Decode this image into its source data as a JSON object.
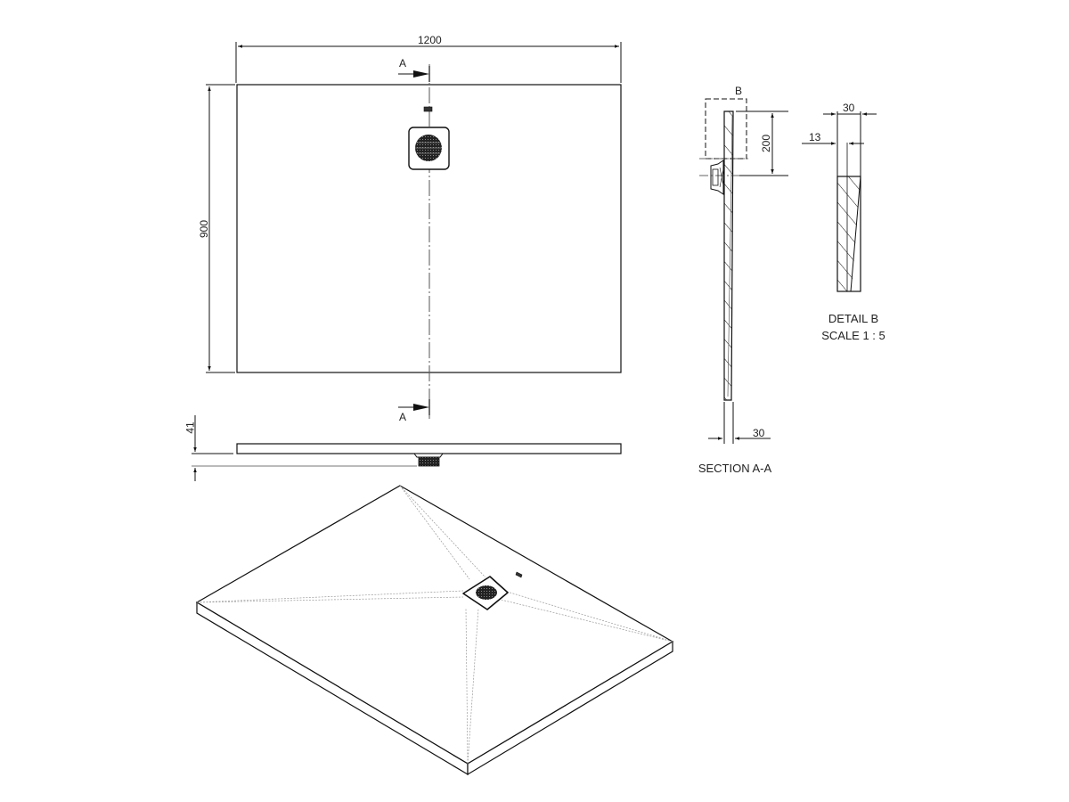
{
  "drawing": {
    "type": "technical-drawing",
    "subject": "rectangular shower tray",
    "stroke_color": "#111111",
    "hidden_line_color": "#999999",
    "background": "#ffffff"
  },
  "top_view": {
    "width_dimension": "1200",
    "depth_dimension": "900",
    "section_marker_top": "A",
    "section_marker_bottom": "A"
  },
  "front_view": {
    "height_dimension": "41"
  },
  "section_view": {
    "title": "SECTION A-A",
    "detail_marker": "B",
    "drain_offset_dimension": "200",
    "thickness_dimension": "30"
  },
  "detail_view": {
    "title": "DETAIL B",
    "scale": "SCALE 1 : 5",
    "overall_dimension": "30",
    "inner_dimension": "13"
  },
  "isometric_view": {
    "label": ""
  }
}
